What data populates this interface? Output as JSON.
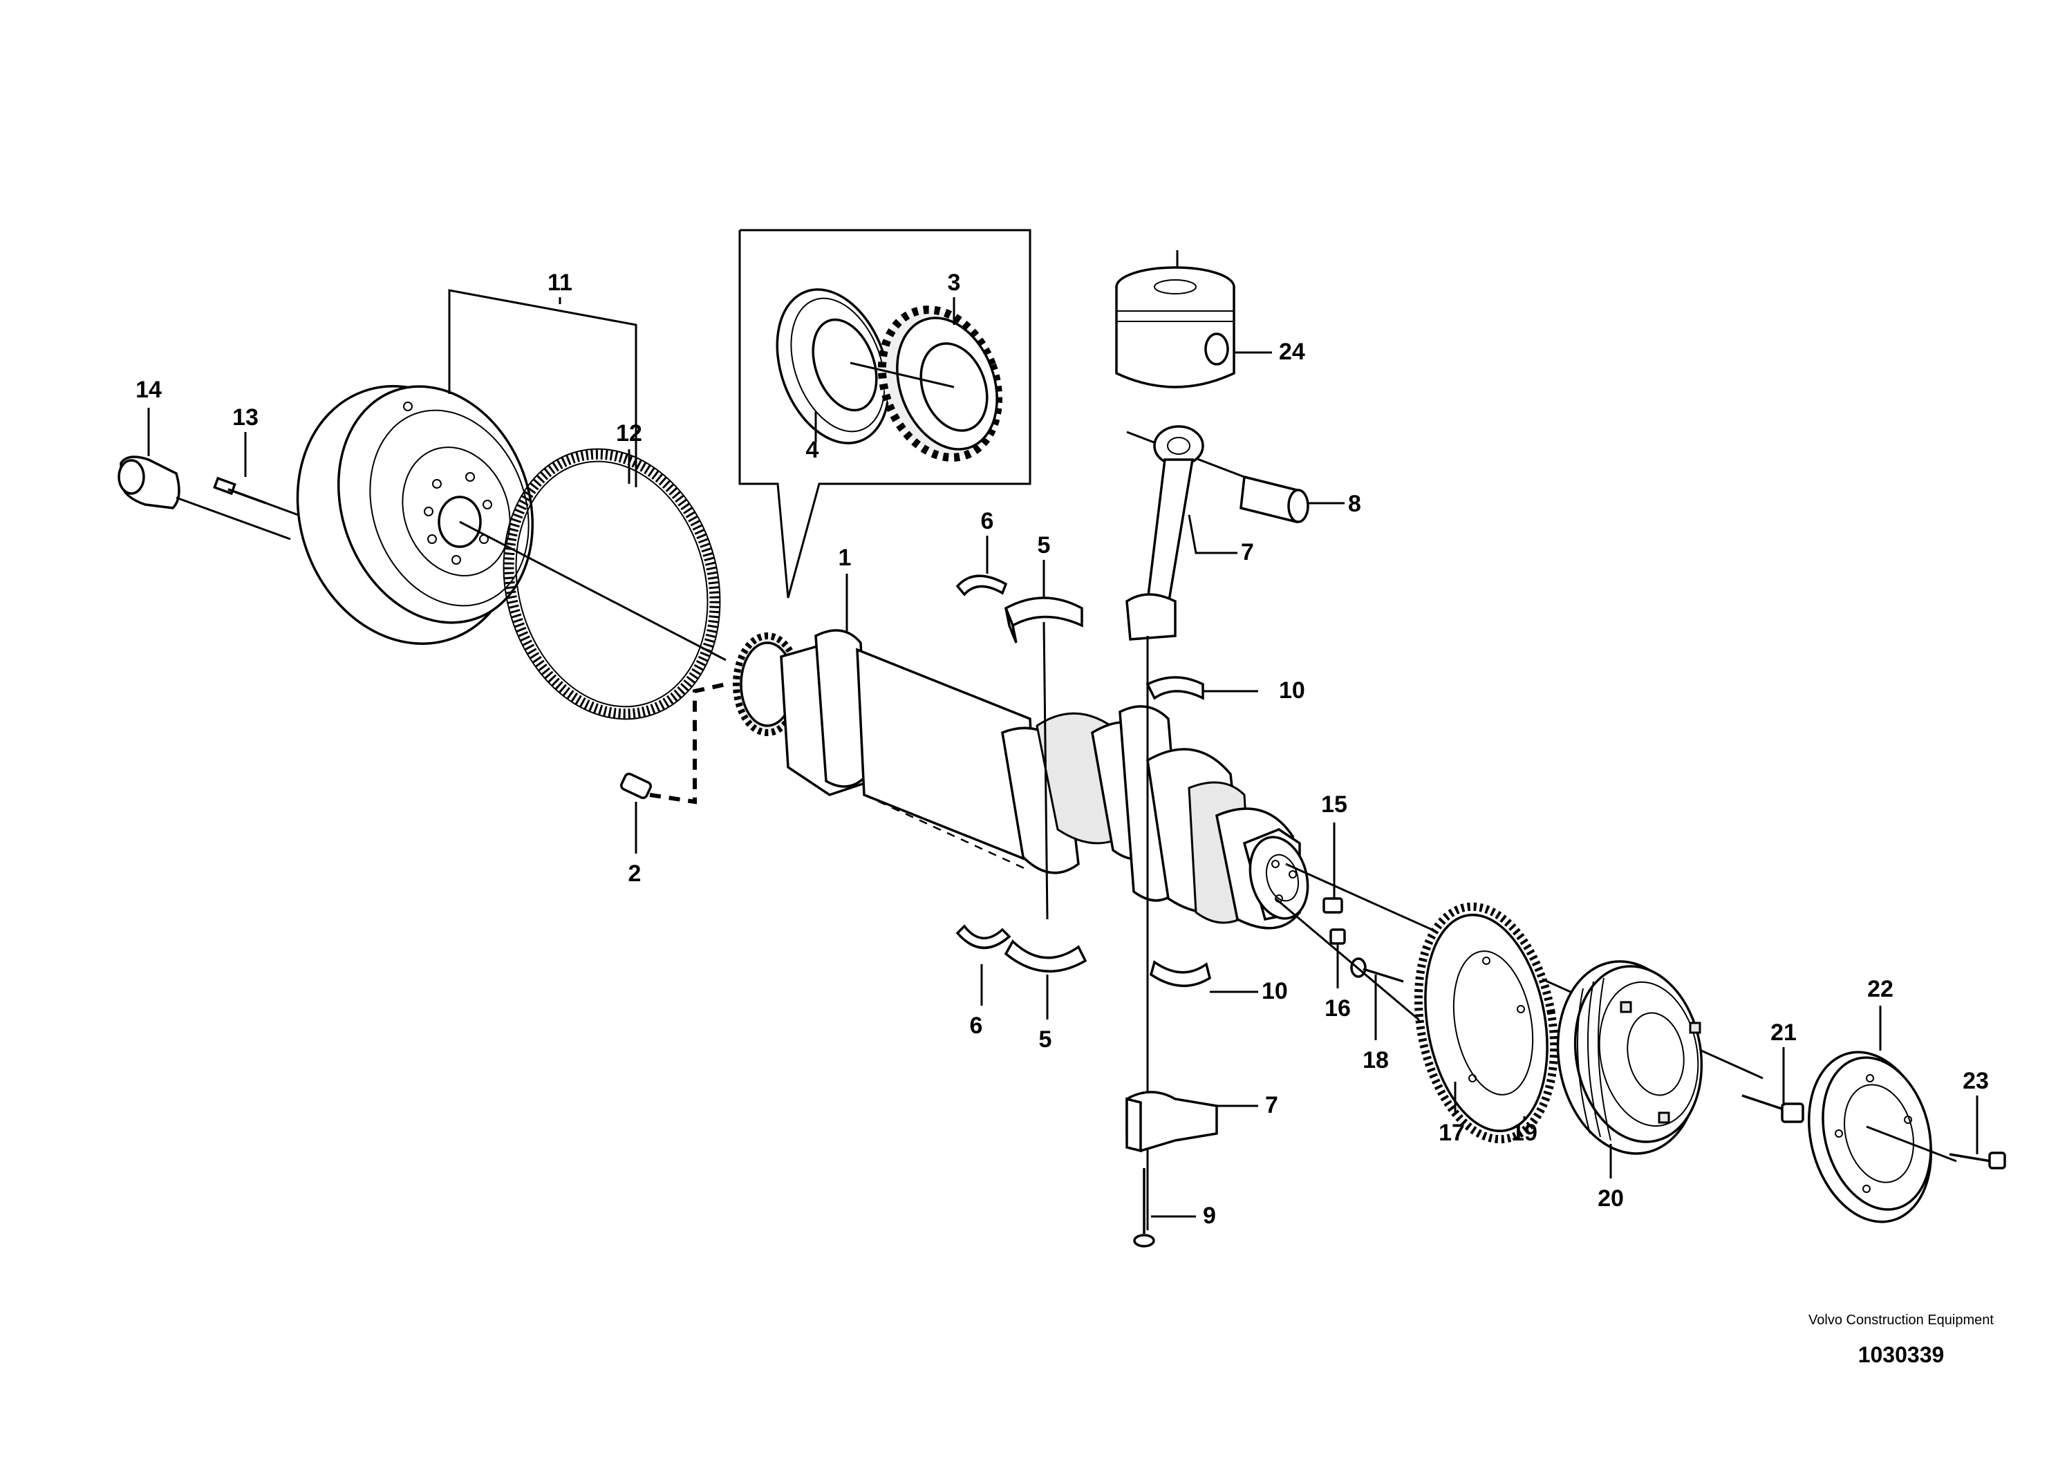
{
  "callouts": [
    "1",
    "2",
    "3",
    "4",
    "5",
    "5",
    "6",
    "6",
    "7",
    "7",
    "8",
    "9",
    "10",
    "10",
    "11",
    "12",
    "13",
    "14",
    "15",
    "16",
    "17",
    "18",
    "19",
    "20",
    "21",
    "22",
    "23",
    "24"
  ],
  "footer": {
    "brand": "Volvo Construction Equipment",
    "document_number": "1030339"
  },
  "colors": {
    "line": "#000000",
    "background": "#ffffff",
    "shade": "#e8e8e8"
  }
}
